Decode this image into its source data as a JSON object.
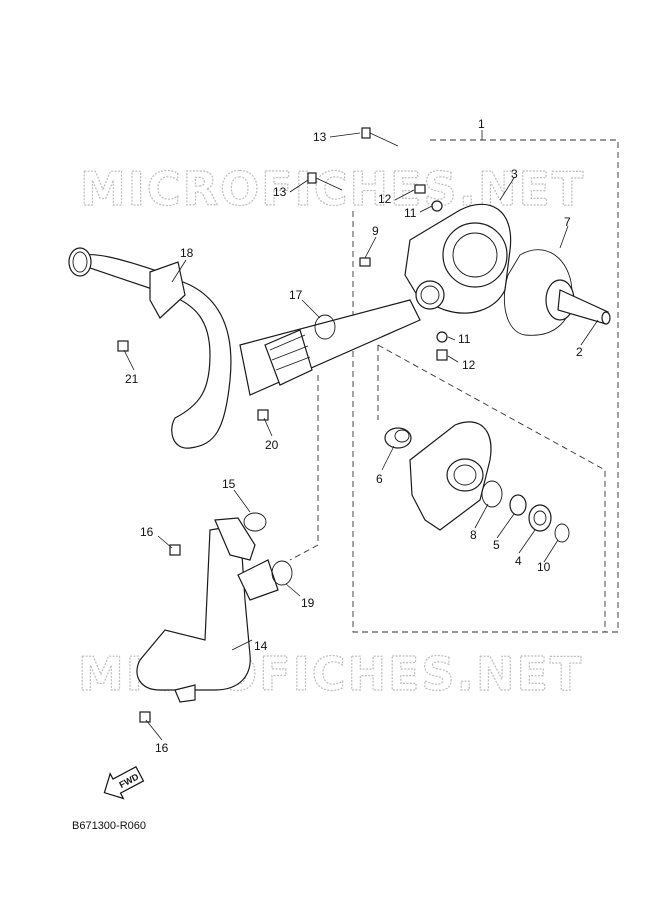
{
  "watermark": "MICROFICHES.NET",
  "reference_code": "B671300-R060",
  "fwd_label": "FWD",
  "callouts": [
    "1",
    "2",
    "3",
    "4",
    "5",
    "6",
    "7",
    "8",
    "9",
    "10",
    "11",
    "11",
    "12",
    "12",
    "13",
    "13",
    "14",
    "15",
    "16",
    "16",
    "17",
    "18",
    "19",
    "20",
    "21"
  ],
  "labels": {
    "c1": "1",
    "c2": "2",
    "c3": "3",
    "c4": "4",
    "c5": "5",
    "c6": "6",
    "c7": "7",
    "c8": "8",
    "c9": "9",
    "c10": "10",
    "c11a": "11",
    "c11b": "11",
    "c12a": "12",
    "c12b": "12",
    "c13a": "13",
    "c13b": "13",
    "c14": "14",
    "c15": "15",
    "c16a": "16",
    "c16b": "16",
    "c17": "17",
    "c18": "18",
    "c19": "19",
    "c20": "20",
    "c21": "21"
  }
}
